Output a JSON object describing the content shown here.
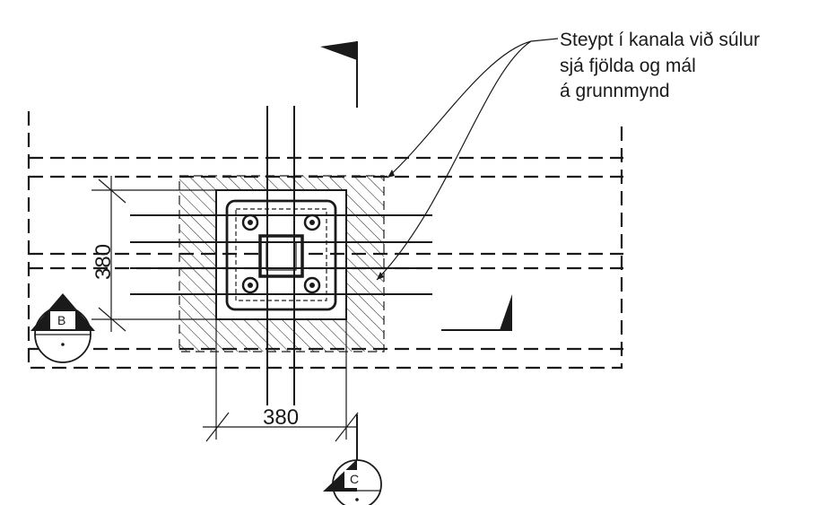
{
  "annotation": {
    "lines": [
      "Steypt í kanala við súlur",
      "sjá fjölda og mál",
      "á grunnmynd"
    ]
  },
  "dimensions": {
    "horizontal": "380",
    "vertical": "380"
  },
  "section_markers": {
    "left": "B",
    "bottom": "C"
  },
  "colors": {
    "ink": "#1a1a1a",
    "paper": "#ffffff"
  }
}
